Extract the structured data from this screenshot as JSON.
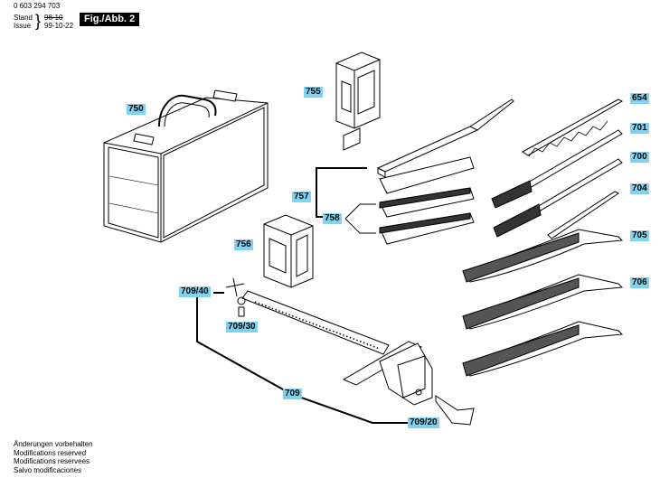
{
  "header": {
    "part_number": "0 603 294 703",
    "stand_label": "Stand",
    "stand_value": "98-10",
    "issue_label": "Issue",
    "issue_value": "99-10-22",
    "figure_label": "Fig./Abb. 2"
  },
  "labels": {
    "l750": "750",
    "l755": "755",
    "l654": "654",
    "l701": "701",
    "l700": "700",
    "l704": "704",
    "l705": "705",
    "l706": "706",
    "l757": "757",
    "l758": "758",
    "l756": "756",
    "l709_40": "709/40",
    "l709_30": "709/30",
    "l709": "709",
    "l709_20": "709/20"
  },
  "notes": [
    "Änderungen vorbehalten",
    "Modifications reserved",
    "Modifications reservees",
    "Salvo modificaciones"
  ],
  "colors": {
    "label_bg": "#7fd3ee",
    "line": "#000000"
  }
}
